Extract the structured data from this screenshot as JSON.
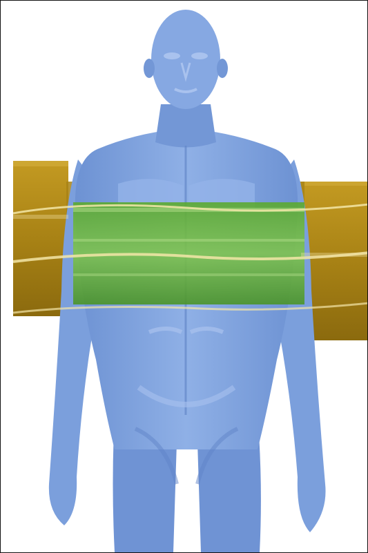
{
  "image": {
    "subject": "human-body-with-coil-bands",
    "colors": {
      "background": "#ffffff",
      "frame": "#111111",
      "body_fill": "#7b9fdc",
      "body_light": "#a9c2ee",
      "body_shadow": "#5f84c7",
      "coil_gold": "#b08a1c",
      "coil_gold_dark": "#7a5e0c",
      "coil_highlight": "#f3e6a8",
      "overlap_green": "#4e9e26",
      "overlap_light": "#8ccd5a"
    },
    "elements": {
      "body_name": "human-figure",
      "coil_name": "coil-bands",
      "overlap_name": "coil-overlap-region"
    }
  }
}
